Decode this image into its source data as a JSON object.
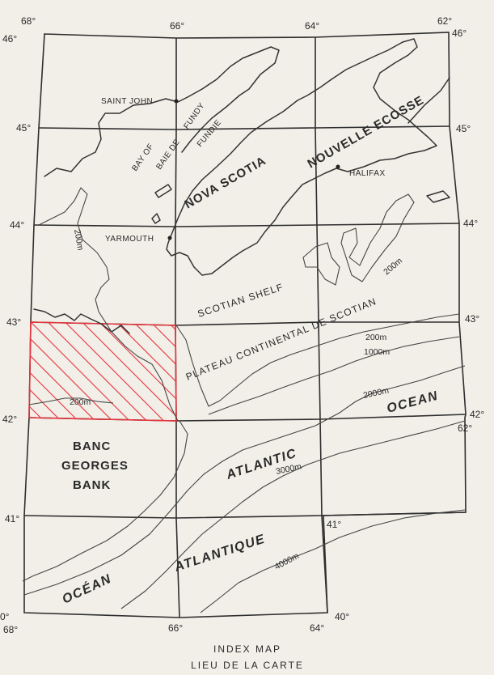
{
  "labels": {
    "lon_68": "68°",
    "lon_66": "66°",
    "lon_64": "64°",
    "lon_62": "62°",
    "lat_46": "46°",
    "lat_45": "45°",
    "lat_44": "44°",
    "lat_43": "43°",
    "lat_42": "42°",
    "lat_41": "41°",
    "lat_40": "40°",
    "lat_0": "0°",
    "lon_40": "40°",
    "saint_john": "SAINT JOHN",
    "halifax": "HALIFAX",
    "yarmouth": "YARMOUTH",
    "bay_of": "BAY OF",
    "fundy": "FUNDY",
    "baie_de": "BAIE DE",
    "fundie": "FUNDIE",
    "nova_scotia": "NOVA SCOTIA",
    "nouvelle_ecosse": "NOUVELLE ECOSSE",
    "scotian_shelf": "SCOTIAN SHELF",
    "plateau": "PLATEAU CONTINENTAL DE SCOTIAN",
    "banc": "BANC",
    "georges": "GEORGES",
    "bank": "BANK",
    "atlantic": "ATLANTIC",
    "ocean_en": "OCEAN",
    "atlantique": "ATLANTIQUE",
    "ocean_fr": "OCÉAN",
    "d200_a": "200m",
    "d200_b": "200m",
    "d200_c": "200m",
    "d200_d": "200m",
    "d1000": "1000m",
    "d2000": "2000m",
    "d3000": "3000m",
    "d4000": "4000m"
  },
  "caption": {
    "line1": "INDEX   MAP",
    "line2": "LIEU DE LA CARTE"
  },
  "colors": {
    "ink": "#2e2e2e",
    "paper": "#f1efe8",
    "hatch": "#e8323c"
  },
  "index_area": {
    "lon_range": [
      "68°",
      "66°"
    ],
    "lat_range": [
      "43°",
      "42°"
    ]
  }
}
